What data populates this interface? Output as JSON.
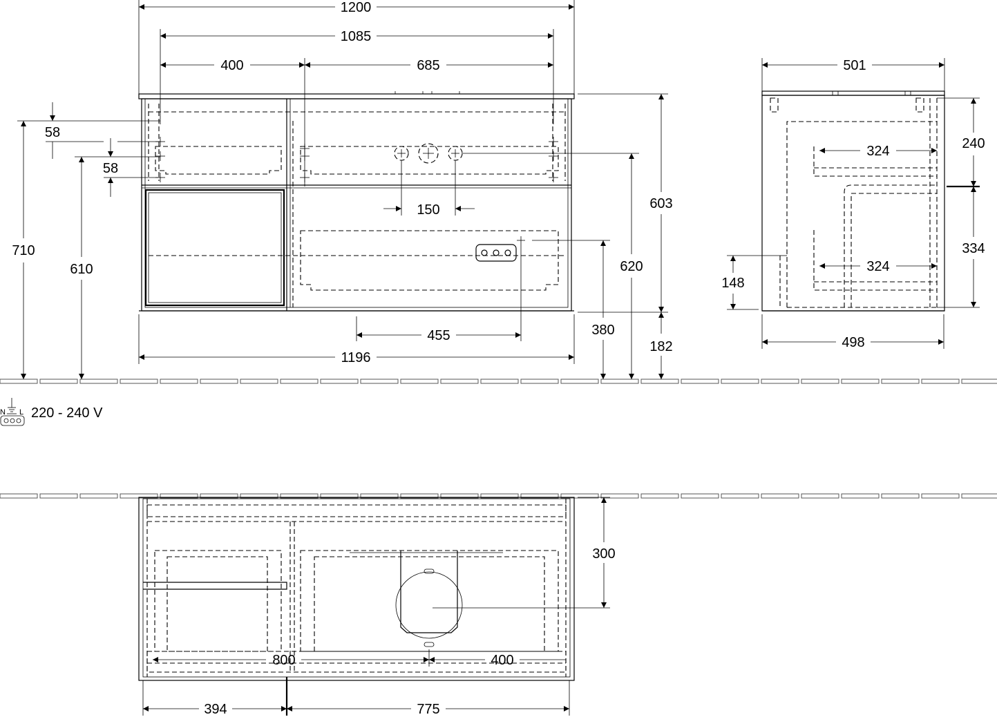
{
  "dimensions": {
    "front_total_width": "1200",
    "front_inner_width": "1085",
    "front_left_section": "400",
    "front_right_section": "685",
    "front_top_offset_1": "58",
    "front_top_offset_2": "58",
    "front_total_height_floor": "710",
    "front_mount_height": "610",
    "front_hole_spacing": "150",
    "front_body_height": "603",
    "front_hole_height": "620",
    "front_socket_height": "380",
    "front_leg_height": "182",
    "front_socket_offset": "455",
    "front_base_width": "1196",
    "side_total_depth": "501",
    "side_top_height": "240",
    "side_drawer_depth_1": "324",
    "side_lower_height": "334",
    "side_drawer_depth_2": "324",
    "side_socket_height": "148",
    "side_base_depth": "498",
    "top_depth": "300",
    "top_inner_width": "800",
    "top_right_offset": "400",
    "top_left_section": "394",
    "top_right_section": "775"
  },
  "electrical": {
    "voltage": "220 - 240 V",
    "labels": {
      "neutral": "N",
      "live": "L"
    }
  }
}
